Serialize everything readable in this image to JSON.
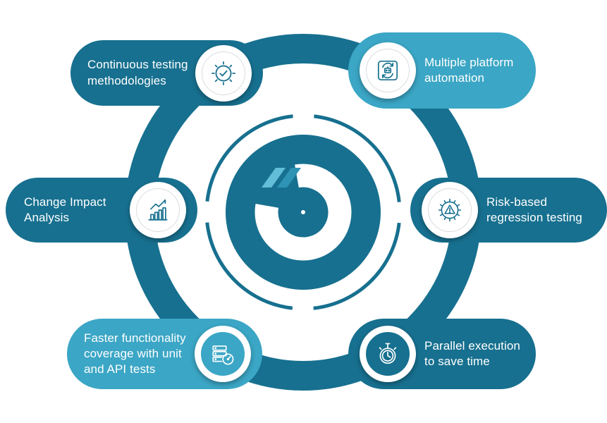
{
  "diagram": {
    "type": "circular-feature-diagram",
    "colors": {
      "dark_teal": "#17708F",
      "light_teal": "#3BA6C5",
      "logo_stripe_light": "#62BED8",
      "logo_stripe_mid": "#2E93B4",
      "white": "#FFFFFF"
    },
    "center": {
      "logo": "swirl-o-logo"
    },
    "items": [
      {
        "label": "Continuous testing methodologies",
        "icon": "gear-check-icon",
        "tone": "dark"
      },
      {
        "label": "Multiple platform automation",
        "icon": "automation-sync-robot-icon",
        "tone": "light"
      },
      {
        "label": "Change Impact Analysis",
        "icon": "growth-bar-chart-icon",
        "tone": "dark"
      },
      {
        "label": "Risk-based regression testing",
        "icon": "risk-alert-icon",
        "tone": "dark"
      },
      {
        "label": "Faster functionality coverage with unit and API tests",
        "icon": "server-speedometer-icon",
        "tone": "light"
      },
      {
        "label": "Parallel execution to save time",
        "icon": "stopwatch-icon",
        "tone": "dark"
      }
    ]
  }
}
